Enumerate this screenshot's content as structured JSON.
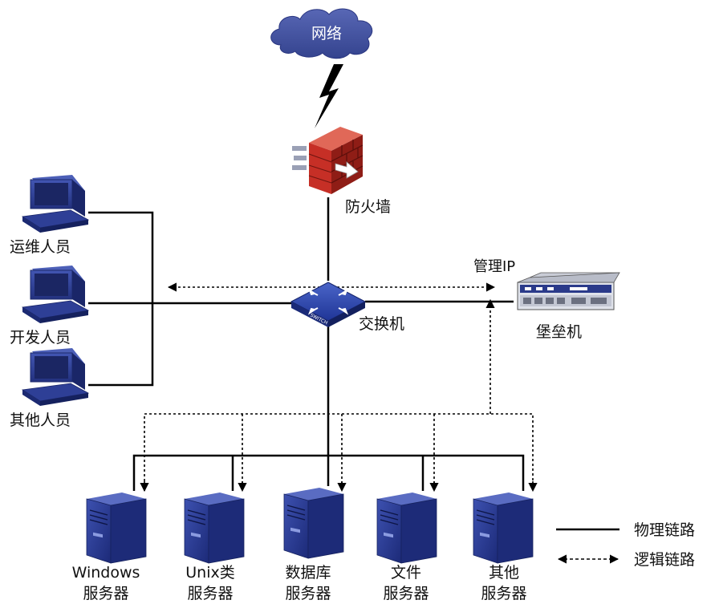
{
  "network": {
    "label": "网络"
  },
  "firewall": {
    "label": "防火墙"
  },
  "switch": {
    "label": "交换机",
    "badge": "SWITCH"
  },
  "bastion": {
    "label": "堡垒机",
    "ip_label": "管理IP"
  },
  "users": [
    {
      "label": "运维人员"
    },
    {
      "label": "开发人员"
    },
    {
      "label": "其他人员"
    }
  ],
  "servers": [
    {
      "line1": "Windows",
      "line2": "服务器"
    },
    {
      "line1": "Unix类",
      "line2": "服务器"
    },
    {
      "line1": "数据库",
      "line2": "服务器"
    },
    {
      "line1": "文件",
      "line2": "服务器"
    },
    {
      "line1": "其他",
      "line2": "服务器"
    }
  ],
  "legend": {
    "physical": "物理链路",
    "logical": "逻辑链路"
  },
  "colors": {
    "cloud": "#3f4f9e",
    "firewall": "#c62f26",
    "device_blue": "#2c3d8f",
    "line": "#000000"
  }
}
